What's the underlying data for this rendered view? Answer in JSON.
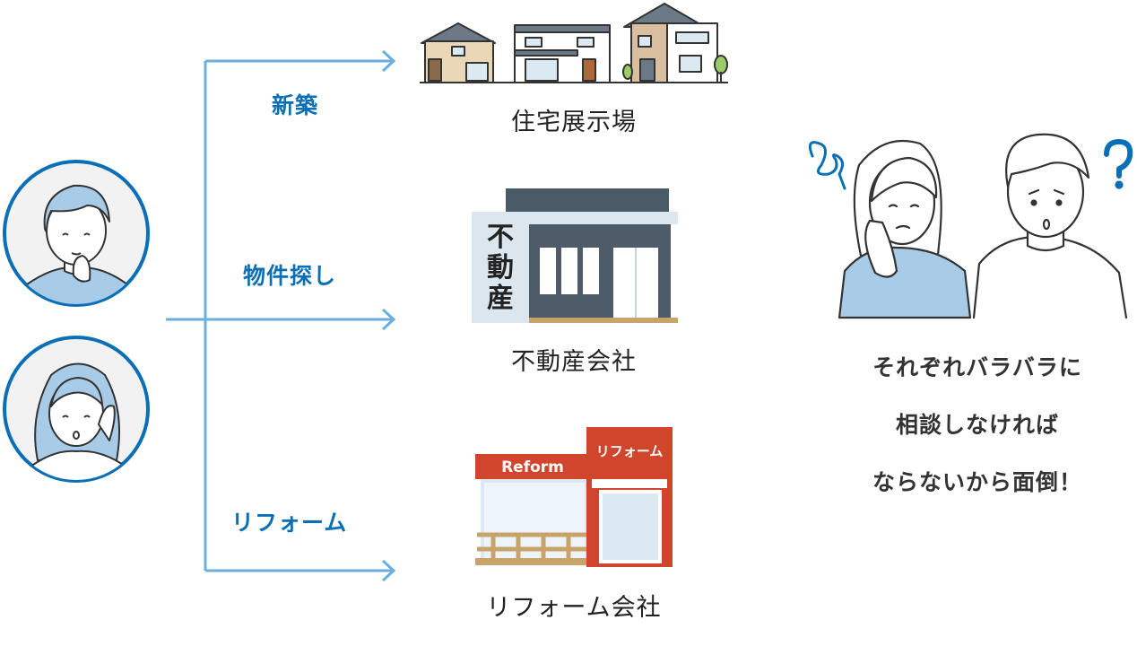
{
  "routes": [
    {
      "label": "新築",
      "destination": "住宅展示場"
    },
    {
      "label": "物件探し",
      "destination": "不動産会社"
    },
    {
      "label": "リフォーム",
      "destination": "リフォーム会社"
    }
  ],
  "signs": {
    "realestate_sign": "不動産",
    "reform_sign": "Reform",
    "reform_tower_sign": "リフォーム"
  },
  "comment": {
    "line1": "それぞれバラバラに",
    "line2": "相談しなければ",
    "line3": "ならないから面倒！"
  },
  "colors": {
    "accent_blue": "#0b6fb6",
    "arrow_blue": "#6aaee0",
    "clothing_blue": "#a8cbe8",
    "reform_red": "#d0452c"
  }
}
